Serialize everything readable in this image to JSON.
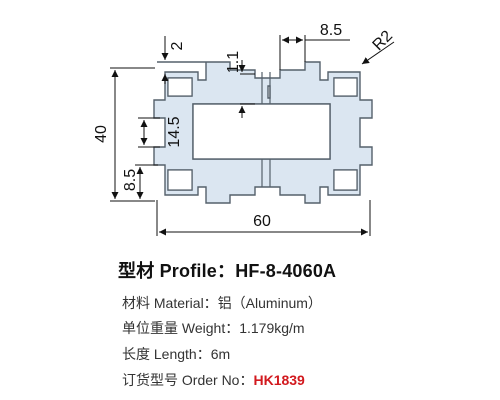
{
  "drawing": {
    "dimensions": {
      "wall_thickness": "2",
      "center_gap": "1.1",
      "slot_pitch": "8.5",
      "corner_radius": "R2",
      "height": "40",
      "slot_height": "14.5",
      "slot_offset": "8.5",
      "width": "60"
    }
  },
  "title": {
    "text": "型材 Profile：HF-8-4060A"
  },
  "specs": {
    "material": {
      "label": "材料 Material：",
      "value": "铝（Aluminum）"
    },
    "weight": {
      "label": "单位重量 Weight：",
      "value": "1.179kg/m"
    },
    "length": {
      "label": "长度 Length：",
      "value": "6m"
    },
    "order": {
      "label": "订货型号 Order No：",
      "value": "HK1839"
    }
  },
  "colors": {
    "profile_fill": "#dbe6f1",
    "profile_stroke": "#55606b",
    "order_highlight": "#d2191e"
  }
}
